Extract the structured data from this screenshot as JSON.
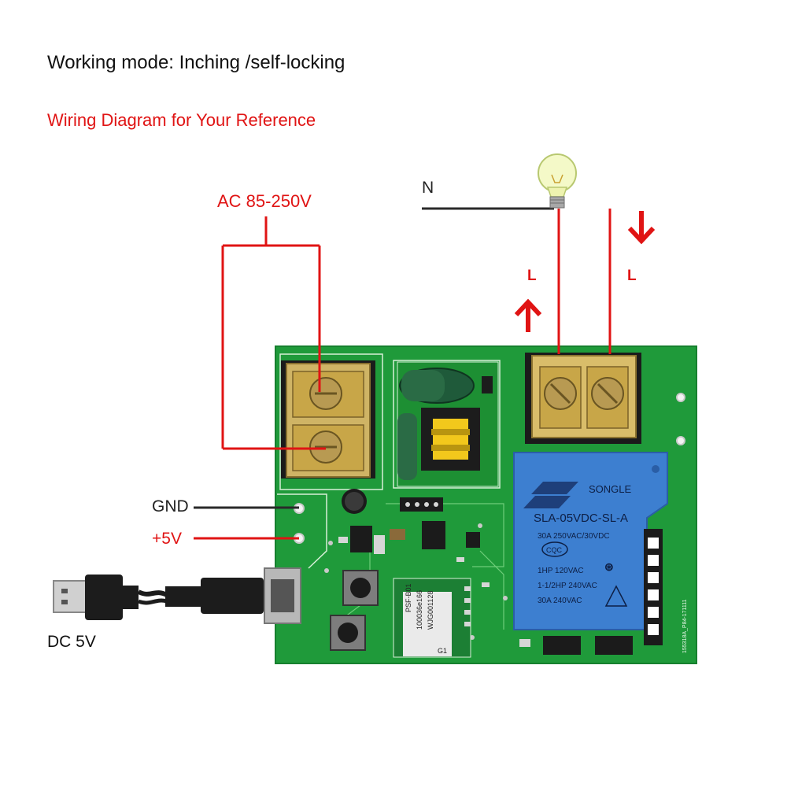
{
  "header": {
    "working_mode": "Working mode: Inching /self-locking",
    "wiring_title": "Wiring Diagram for Your Reference"
  },
  "labels": {
    "ac_input": "AC 85-250V",
    "neutral": "N",
    "live_in": "L",
    "live_out": "L",
    "gnd": "GND",
    "plus5v": "+5V",
    "dc5v": "DC 5V"
  },
  "relay": {
    "brand": "SONGLE",
    "model": "SLA-05VDC-SL-A",
    "rating_1": "30A  250VAC/30VDC",
    "cert": "CQC",
    "rating_2": "1HP 120VAC",
    "rating_3": "1-1/2HP 240VAC",
    "rating_4": "30A 240VAC"
  },
  "module": {
    "line1": "PSF-B01",
    "line2": "100036e166",
    "line3": "WJG001128",
    "line4": "G1"
  },
  "board": {
    "edge_code": "155318A_P84-171111"
  },
  "colors": {
    "wire_red": "#e01414",
    "wire_black": "#2a2a2a",
    "pcb_green": "#1f9a3a",
    "relay_blue": "#3d7fd0"
  }
}
